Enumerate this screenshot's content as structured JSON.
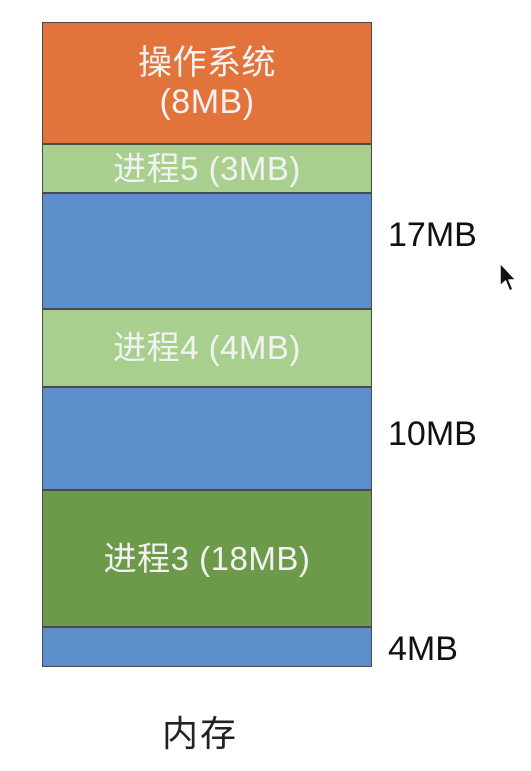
{
  "memory": {
    "blocks": [
      {
        "line1": "操作系统",
        "line2": "(8MB)",
        "kind": "os",
        "color": "#e2733b"
      },
      {
        "label": "进程5 (3MB)",
        "kind": "process",
        "color": "#a9cf8f"
      },
      {
        "label": "",
        "kind": "free",
        "color": "#5b8fcb"
      },
      {
        "label": "进程4 (4MB)",
        "kind": "process",
        "color": "#a9cf8f"
      },
      {
        "label": "",
        "kind": "free",
        "color": "#5b8fcb"
      },
      {
        "label": "进程3 (18MB)",
        "kind": "process",
        "color": "#6d9a48"
      },
      {
        "label": "",
        "kind": "free",
        "color": "#5b8fcb"
      }
    ],
    "free_sizes": [
      "17MB",
      "10MB",
      "4MB"
    ],
    "caption": "内存"
  },
  "icons": {
    "cursor": "mouse-pointer-icon"
  }
}
